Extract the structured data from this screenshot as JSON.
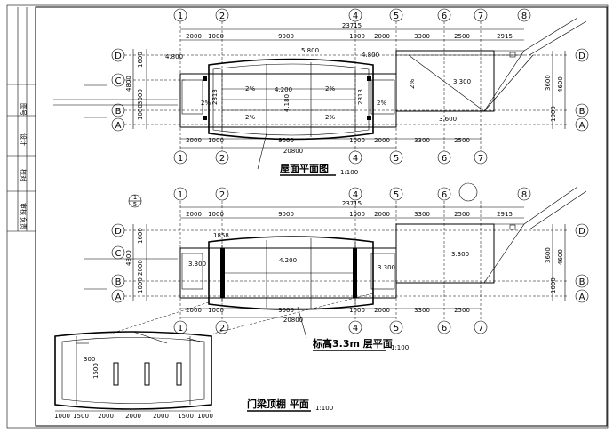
{
  "sheet": {
    "titleblock_labels": [
      "图号",
      "设计",
      "校对",
      "审核",
      "负责"
    ]
  },
  "axes": {
    "columns": [
      "1",
      "2",
      "4",
      "5",
      "6",
      "7",
      "8"
    ],
    "rows": [
      "D",
      "C",
      "B",
      "A"
    ]
  },
  "plan1": {
    "title": "屋面平面图",
    "scale": "1:100",
    "top_dims": [
      "2000",
      "1000",
      "9000",
      "1000",
      "2000",
      "3300",
      "2500",
      "2915"
    ],
    "bottom_dims": [
      "2000",
      "1000",
      "9000",
      "1000",
      "2000",
      "3300",
      "2500"
    ],
    "overall_top": "23715",
    "overall_bottom": "20800",
    "left_dims": [
      "1600",
      "4800",
      "3000",
      "1000",
      "1000"
    ],
    "right_dims": [
      "3600",
      "4600",
      "1000"
    ],
    "elevations": [
      "4.800",
      "5.800",
      "4.800",
      "4.200",
      "3.300",
      "3.600"
    ],
    "slopes": [
      "2%",
      "2%",
      "2%",
      "2%",
      "2%",
      "2%",
      "2%"
    ],
    "vertical_notes": [
      "2813",
      "4.180",
      "2813"
    ]
  },
  "plan2": {
    "title": "标高3.3m 层平面",
    "scale": "1:100",
    "top_dims": [
      "2000",
      "1000",
      "9000",
      "1000",
      "2000",
      "3300",
      "2500",
      "2915"
    ],
    "bottom_dims": [
      "2000",
      "1000",
      "9000",
      "1000",
      "2000",
      "3300",
      "2500"
    ],
    "overall_top": "23715",
    "overall_bottom": "20800",
    "left_dims": [
      "1600",
      "4800",
      "2000",
      "1000",
      "1000"
    ],
    "right_dims": [
      "3600",
      "4600",
      "1000"
    ],
    "elevations": [
      "3.300",
      "4.200",
      "3.300",
      "3.300"
    ],
    "section_mark": "1858",
    "callout_number": "1",
    "callout_sheet": "5"
  },
  "detail": {
    "title": "门梁顶棚 平面",
    "scale": "1:100",
    "bottom_dims": [
      "1000",
      "1500",
      "2000",
      "2000",
      "2000",
      "1500",
      "1000"
    ],
    "opening_w": "300",
    "opening_h": "1500"
  }
}
